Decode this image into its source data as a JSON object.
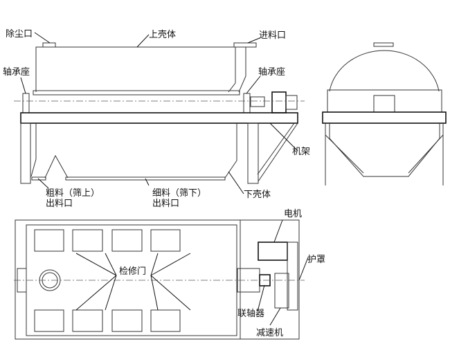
{
  "side_view": {
    "dust_outlet": "除尘口",
    "upper_shell": "上壳体",
    "feed_inlet": "进料口",
    "bearing_seat_left": "轴承座",
    "bearing_seat_right": "轴承座",
    "frame": "机架",
    "coarse_outlet_line1": "粗料（筛上）",
    "coarse_outlet_line2": "出料口",
    "fine_outlet_line1": "细料（筛下）",
    "fine_outlet_line2": "出料口",
    "lower_shell": "下壳体"
  },
  "plan_view": {
    "motor": "电机",
    "guard": "护罩",
    "inspection_door": "检修门",
    "coupling": "联轴器",
    "reducer": "减速机"
  }
}
